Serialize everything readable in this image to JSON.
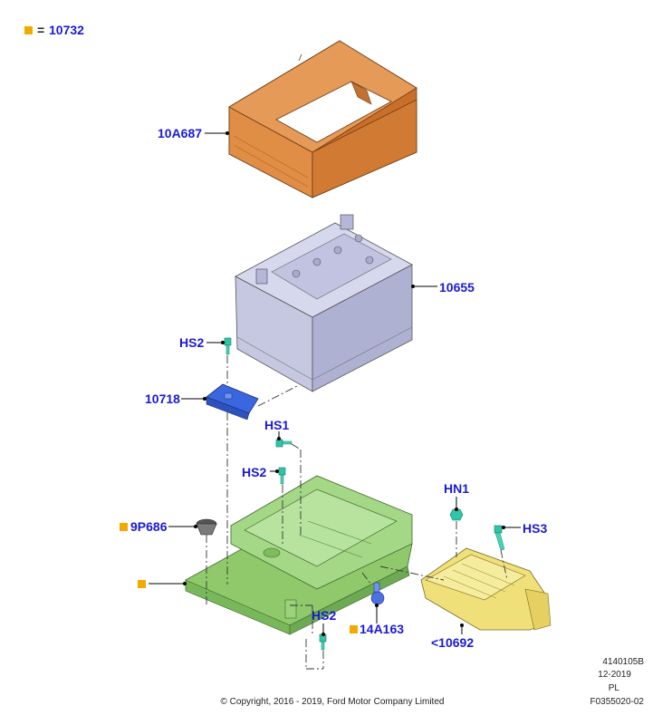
{
  "legend": {
    "equals": "=",
    "part": "10732",
    "marker_color": "#f5a800"
  },
  "callouts": {
    "tray_cover": "10A687",
    "battery": "10655",
    "hs2_top": "HS2",
    "clamp": "10718",
    "hs1": "HS1",
    "hs2_mid": "HS2",
    "hs2_bottom": "HS2",
    "spacer": "9P686",
    "hn1": "HN1",
    "hs3": "HS3",
    "harness_clip": "14A163",
    "bracket": "<10692"
  },
  "footer": {
    "ref_number": "4140105B",
    "date": "12-2019",
    "lang": "PL",
    "copyright": "© Copyright, 2016 - 2019, Ford Motor Company Limited",
    "figure_id": "F0355020-02"
  },
  "colors": {
    "label": "#1a1ad6",
    "cover": "#d9803a",
    "battery": "#b9bbd6",
    "tray": "#9fd47f",
    "bracket": "#f0e07a",
    "clamp": "#3a67e0",
    "fastener": "#2fc6a8"
  }
}
